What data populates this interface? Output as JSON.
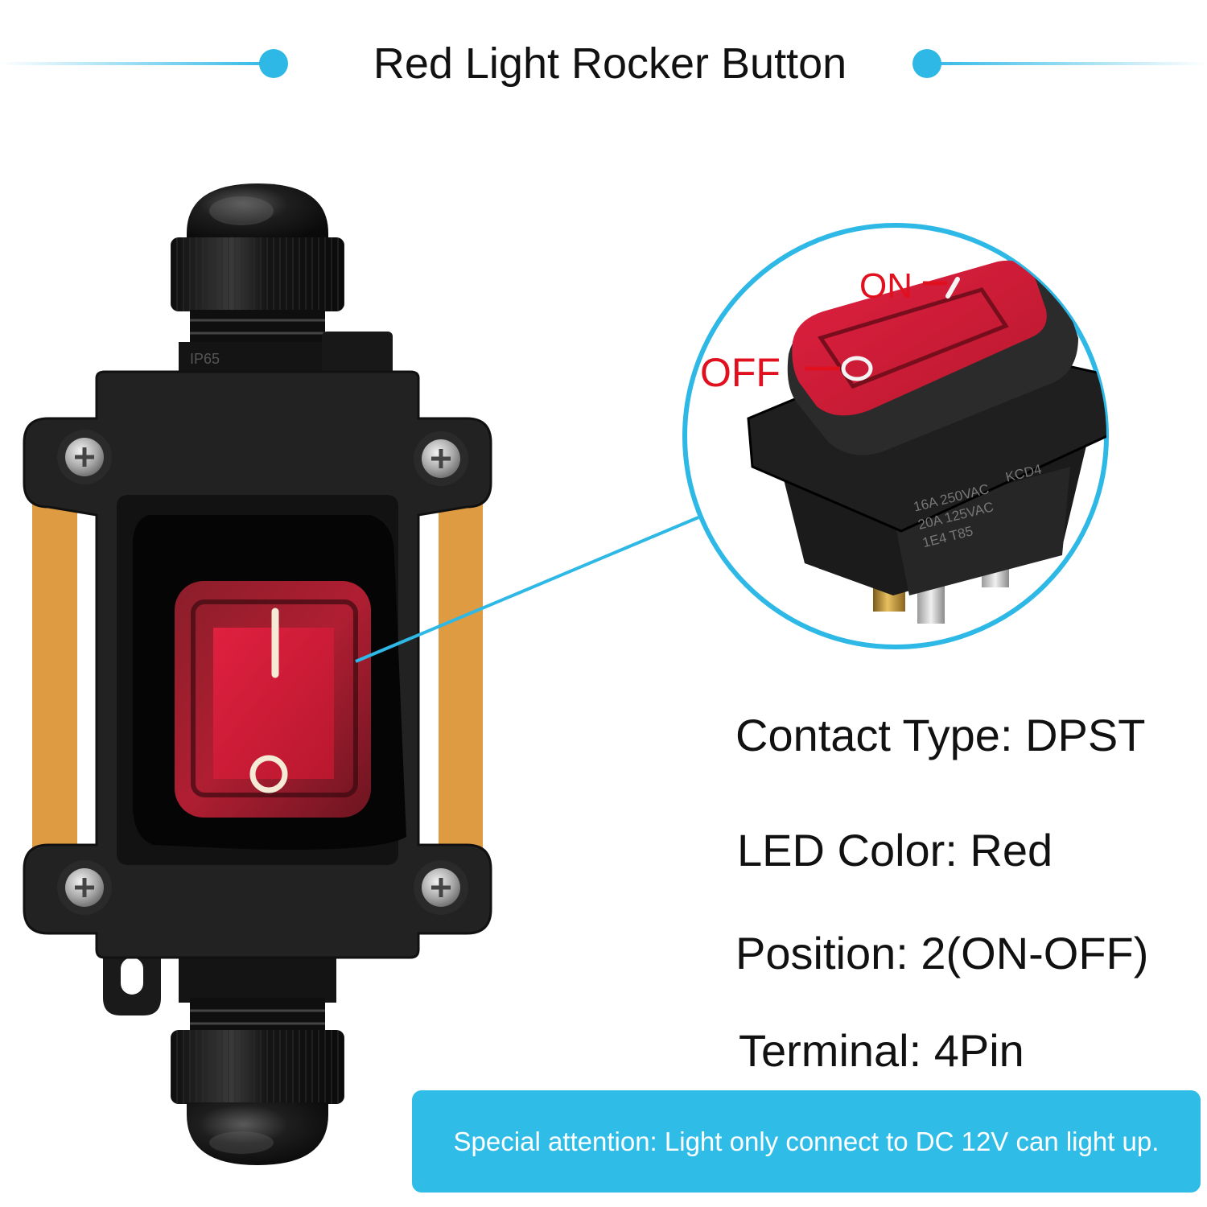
{
  "title": "Red Light Rocker Button",
  "colors": {
    "accent": "#2eb8e6",
    "notice_bg": "#2fbde8",
    "switch_red": "#c8203a",
    "housing": "#1a1a1a",
    "label_red": "#e0101e"
  },
  "zoom_callout": {
    "on_label": "ON",
    "off_label": "OFF",
    "markings": [
      "16A 250VAC",
      "KCD4",
      "20A 125VAC",
      "1E4 T85"
    ]
  },
  "specs": {
    "contact_type": "Contact Type: DPST",
    "led_color": "LED Color: Red",
    "position": "Position: 2(ON-OFF)",
    "terminal": "Terminal: 4Pin"
  },
  "notice": "Special attention: Light only connect to DC 12V can light up."
}
